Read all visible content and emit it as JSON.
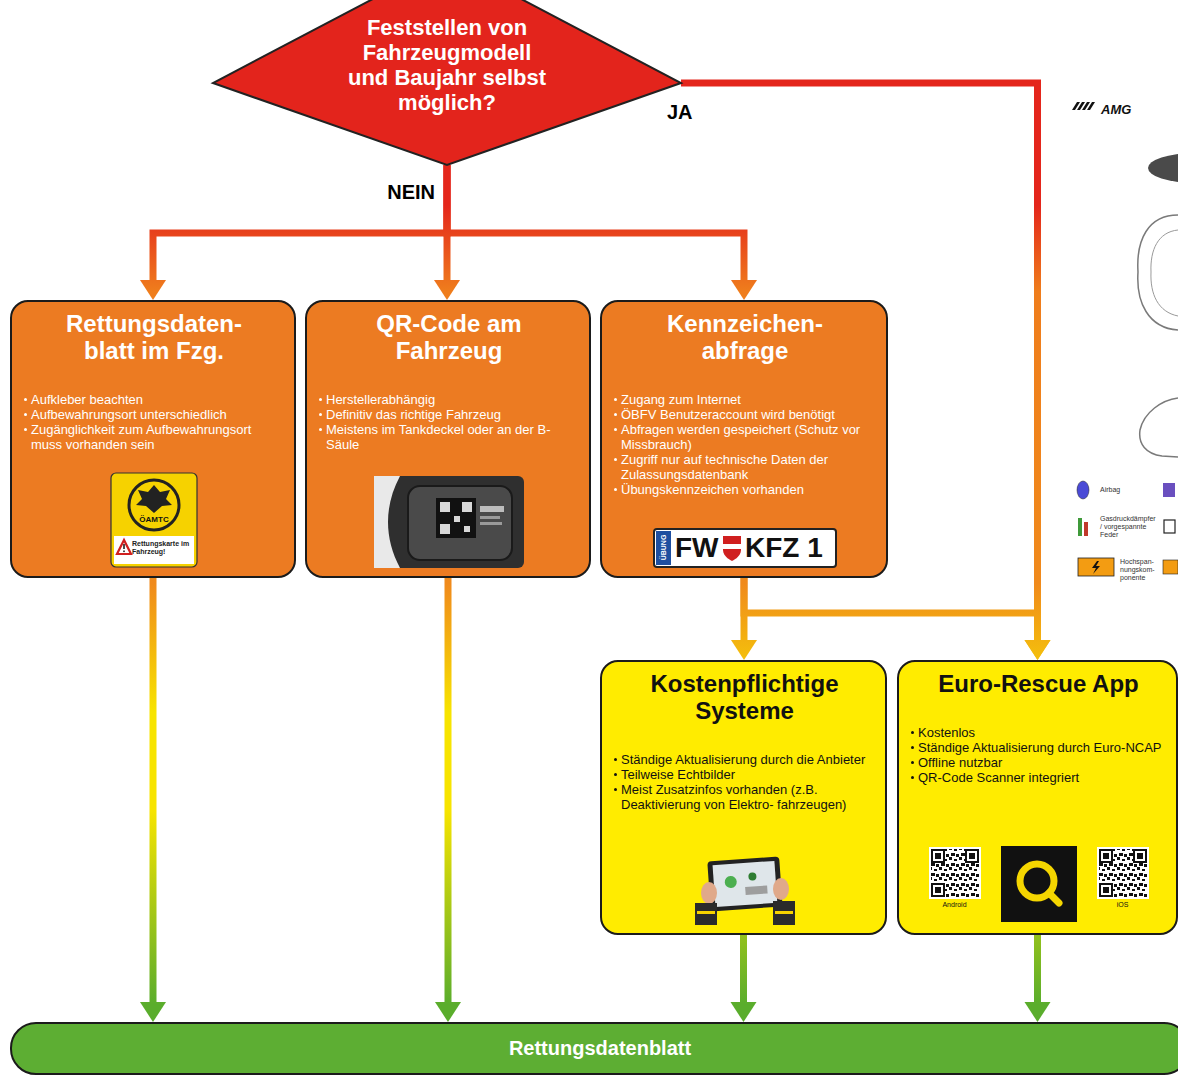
{
  "diagram": {
    "nodes": [
      {
        "text": [
          "Feststellen von Fahrzeugmodell und Baujahr selbst möglich?"
        ]
      },
      {
        "text": [
          "Rettungsdaten- blatt im Fzg.",
          "Aufkleber beachten",
          "Aufbewahrungsort unterschiedlich",
          "Zugänglichkeit zum Aufbewahrungsort muss vorhanden sein"
        ]
      },
      {
        "text": [
          "QR-Code am Fahrzeug",
          "Herstellerabhängig",
          "Definitiv das richtige Fahrzeug",
          "Meistens im Tankdeckel oder an der B-Säule"
        ]
      },
      {
        "text": [
          "Kennzeichen- abfrage",
          "Zugang zum Internet",
          "ÖBFV Benutzeraccount wird benötigt",
          "Abfragen werden gespeichert (Schutz vor Missbrauch)",
          "Zugriff nur auf technische Daten der Zulassungsdatenbank",
          "Übungskennzeichen vorhanden"
        ]
      },
      {
        "text": [
          "Kostenpflichtige Systeme",
          "Ständige Aktualisierung durch die Anbieter",
          "Teilweise Echtbilder",
          "Meist Zusatzinfos vorhanden (z.B. Deaktivierung von Elektro- fahrzeugen)"
        ]
      },
      {
        "text": [
          "Euro-Rescue App",
          "Kostenlos",
          "Ständige Aktualisierung durch Euro-NCAP",
          "Offline nutzbar",
          "QR-Code Scanner integriert"
        ]
      },
      {
        "text": [
          "Rettungsdatenblatt"
        ]
      }
    ],
    "edges": [
      {
        "from": 0,
        "to": 1,
        "arrow": "to"
      },
      {
        "from": 0,
        "to": 2,
        "arrow": "to",
        "label": "NEIN"
      },
      {
        "from": 0,
        "to": 3,
        "arrow": "to"
      },
      {
        "from": 0,
        "to": 5,
        "arrow": "to",
        "label": "JA"
      },
      {
        "from": 3,
        "to": 4,
        "arrow": "to"
      },
      {
        "from": 3,
        "to": 5,
        "arrow": "to"
      },
      {
        "from": 1,
        "to": 6,
        "arrow": "to"
      },
      {
        "from": 2,
        "to": 6,
        "arrow": "to"
      },
      {
        "from": 4,
        "to": 6,
        "arrow": "to"
      },
      {
        "from": 5,
        "to": 6,
        "arrow": "to"
      }
    ],
    "labels": [
      "ÖAMTC",
      "Rettungskarte im Fahrzeug!",
      "ÜBUNG",
      "FW",
      "KFZ 1",
      "Android",
      "iOS",
      "AMG",
      "Airbag",
      "Gasdruckdämpfer / vorgespannte Feder",
      "Hochspan- nungskom- ponente"
    ]
  }
}
